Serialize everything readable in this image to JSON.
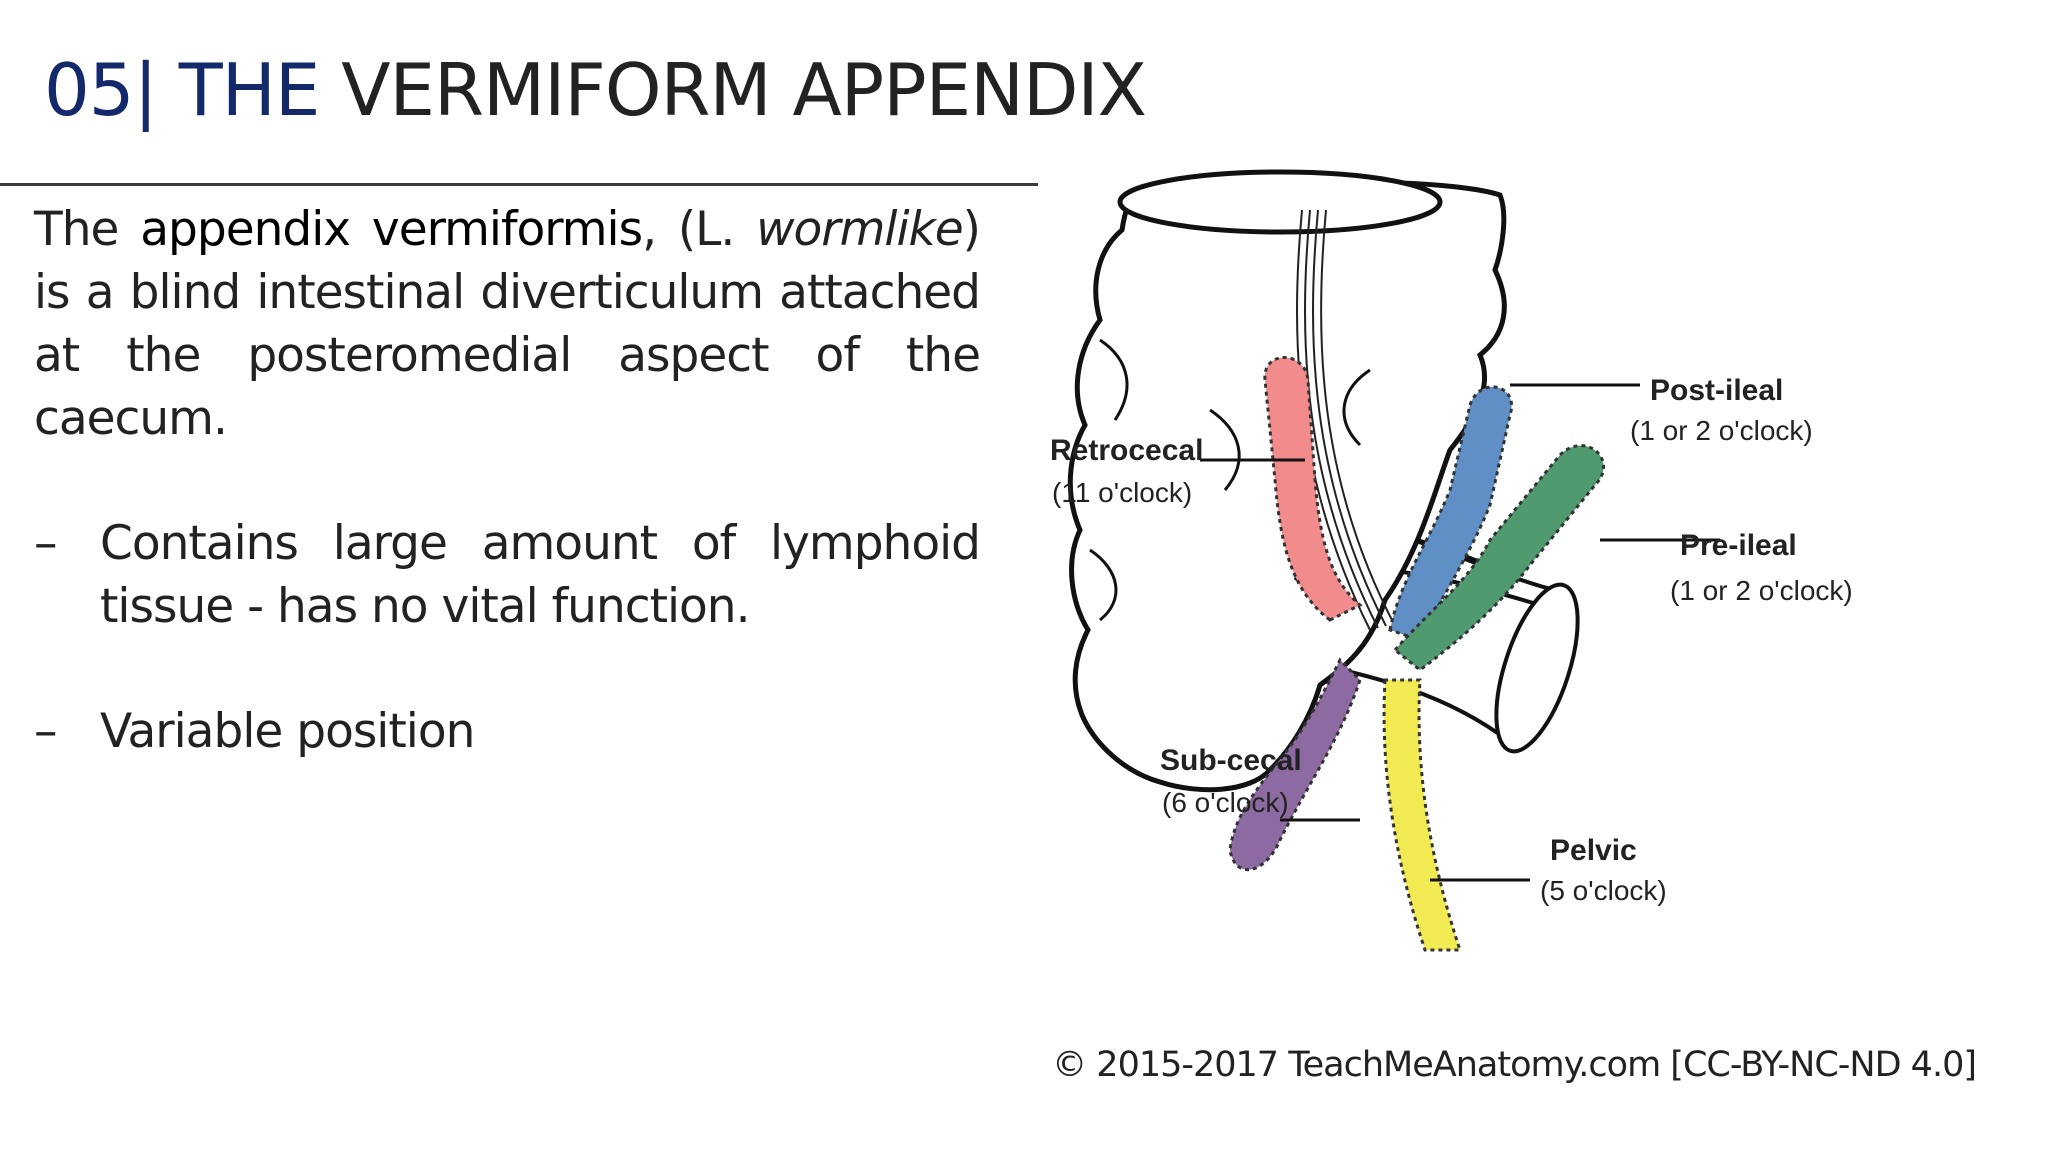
{
  "title": {
    "number": "05|",
    "accent_word": "THE",
    "rest": "VERMIFORM APPENDIX"
  },
  "intro": {
    "before": "The ",
    "term": "appendix vermiformis",
    "middle": ", (L. ",
    "latin": "wormlike",
    "after": ") is a blind intestinal diverticulum attached at the posteromedial aspect of the caecum."
  },
  "bullets": [
    {
      "dash": "–",
      "text": "Contains large amount of lymphoid tissue - has no vital function."
    },
    {
      "dash": "–",
      "text": "Variable position"
    }
  ],
  "diagram": {
    "positions": [
      {
        "name": "Retrocecal",
        "clock": "(11 o'clock)",
        "color": "#f28b8b"
      },
      {
        "name": "Post-ileal",
        "clock": "(1 or 2 o'clock)",
        "color": "#5f8fc4"
      },
      {
        "name": "Pre-ileal",
        "clock": "(1 or 2 o'clock)",
        "color": "#4f9a6e"
      },
      {
        "name": "Sub-cecal",
        "clock": "(6 o'clock)",
        "color": "#8e6aa3"
      },
      {
        "name": "Pelvic",
        "clock": "(5 o'clock)",
        "color": "#f2ea52"
      }
    ]
  },
  "copyright": "© 2015-2017 TeachMeAnatomy.com [CC-BY-NC-ND 4.0]",
  "colors": {
    "title_accent": "#14296b",
    "text": "#222222"
  }
}
